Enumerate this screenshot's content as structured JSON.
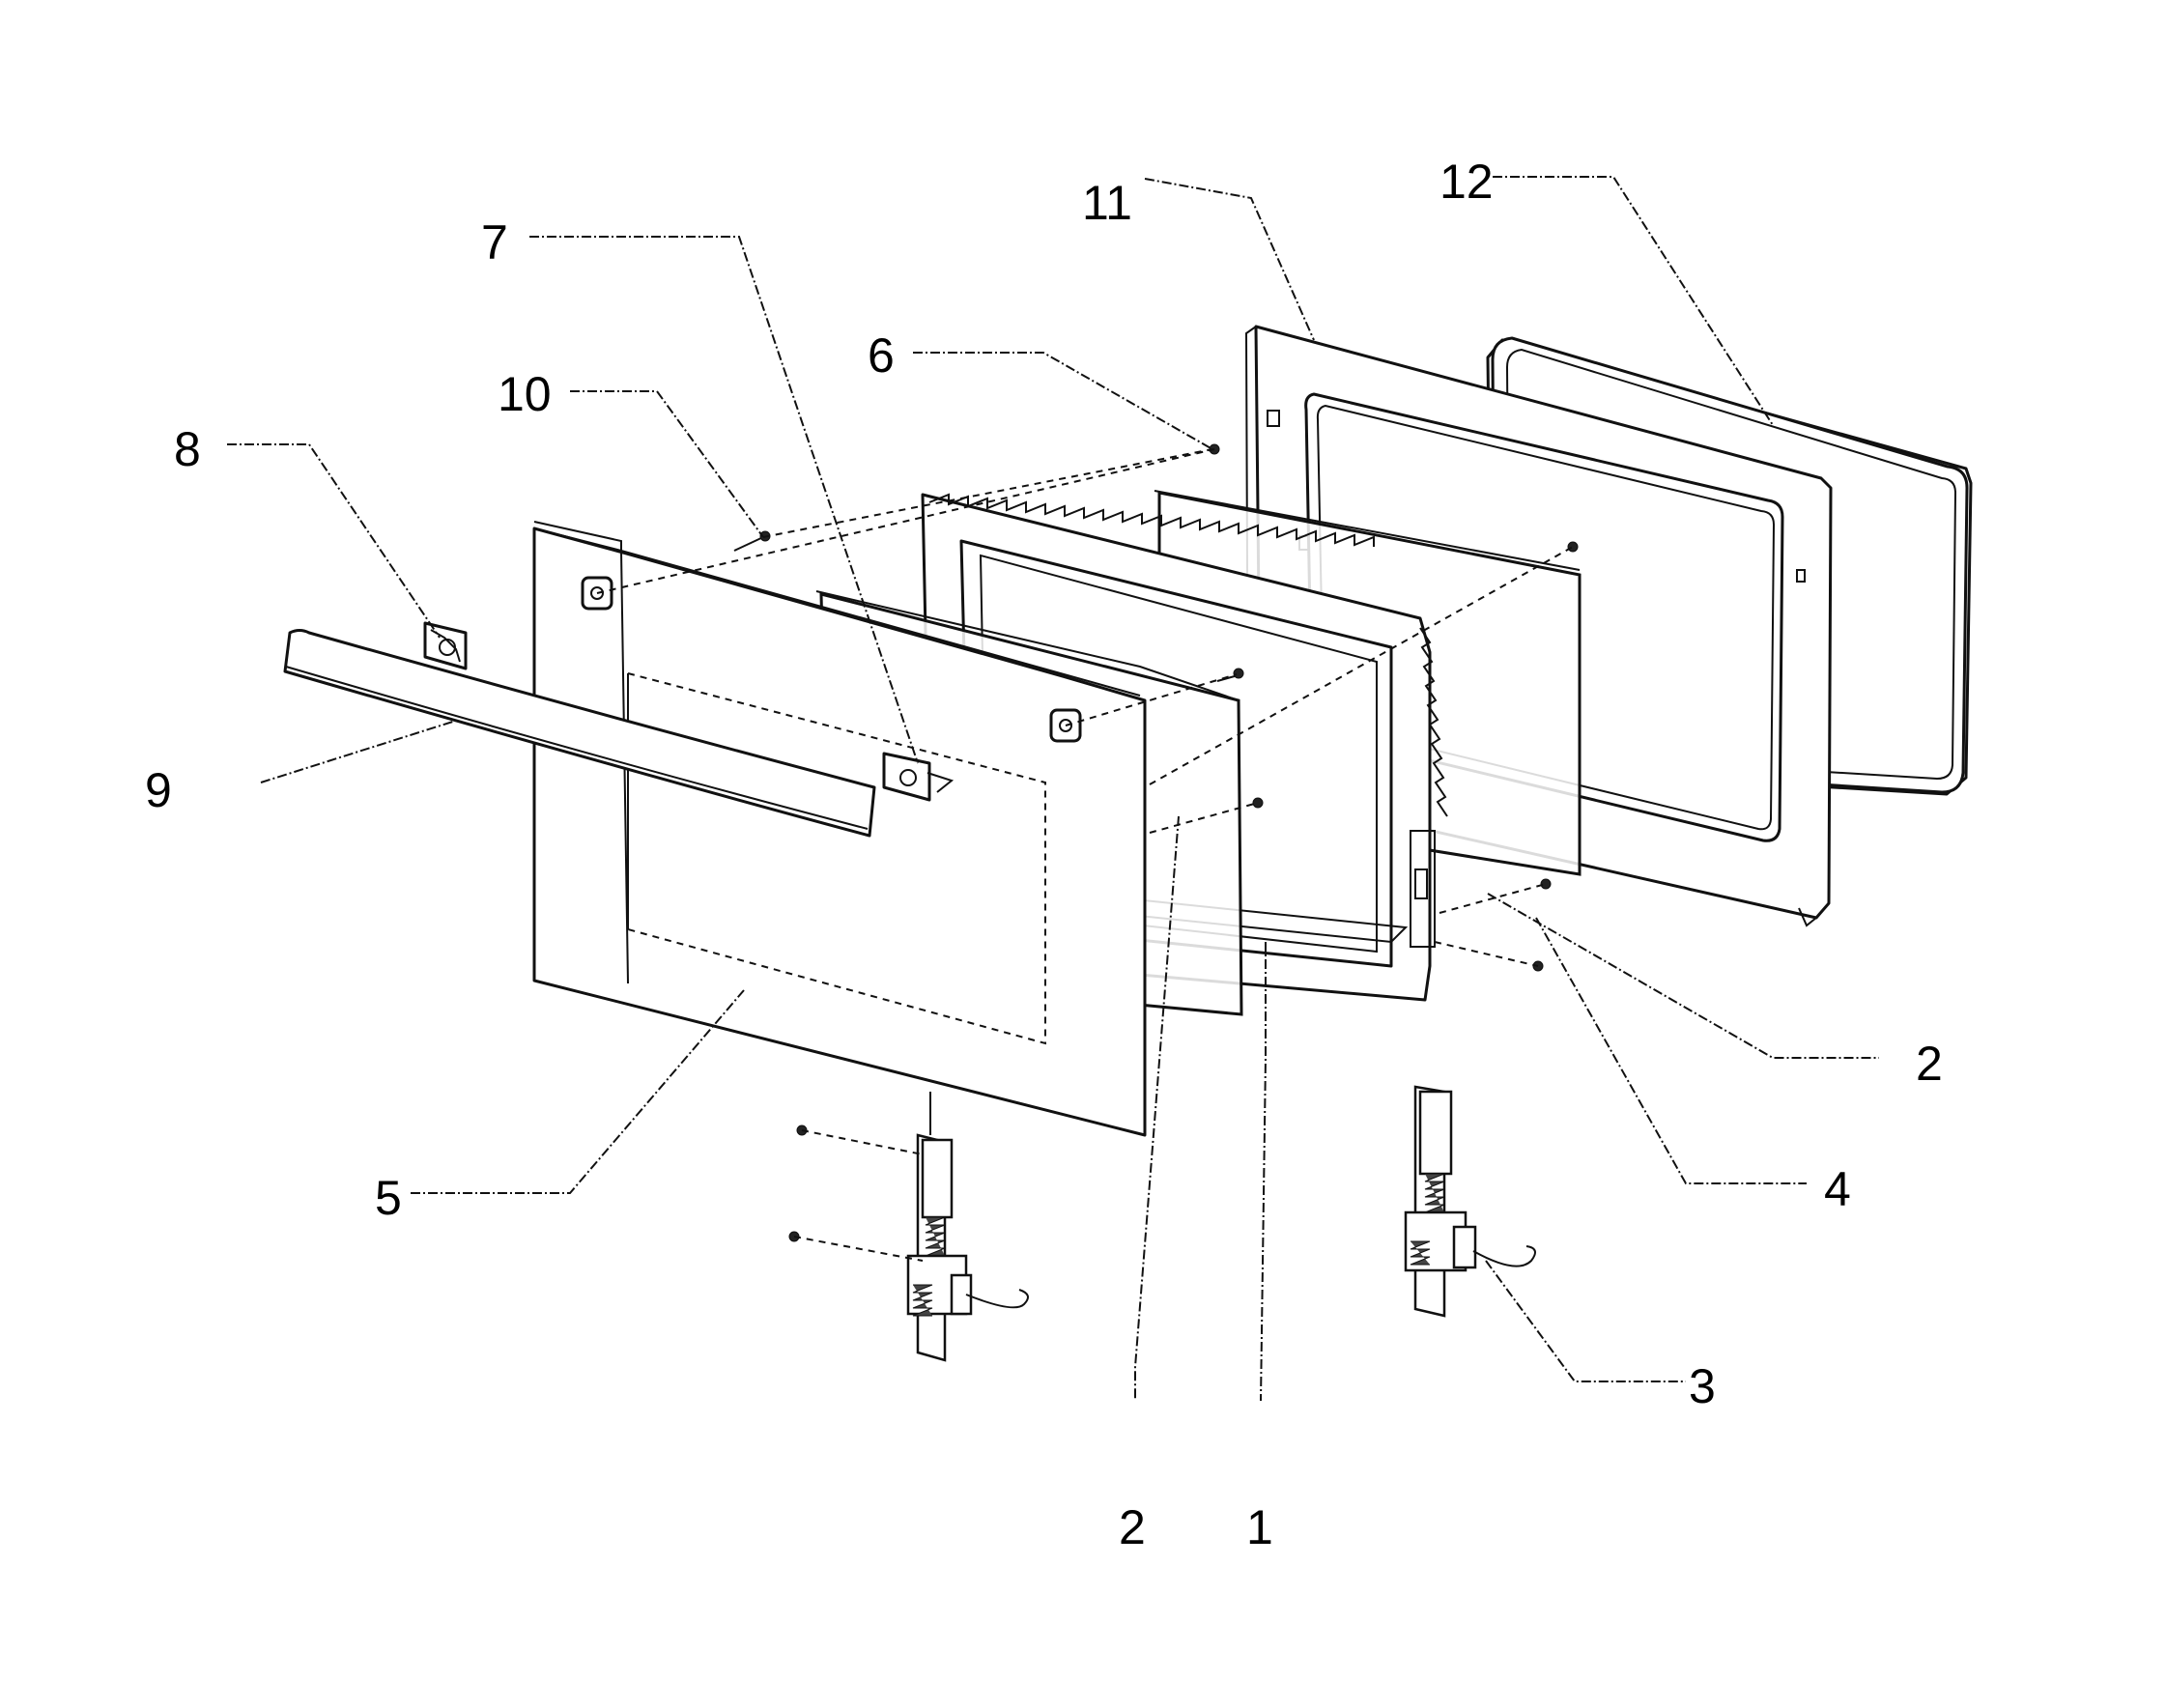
{
  "diagram": {
    "callouts": [
      {
        "id": "c1",
        "text": "1"
      },
      {
        "id": "c2a",
        "text": "2"
      },
      {
        "id": "c2b",
        "text": "2"
      },
      {
        "id": "c3",
        "text": "3"
      },
      {
        "id": "c4",
        "text": "4"
      },
      {
        "id": "c5",
        "text": "5"
      },
      {
        "id": "c6",
        "text": "6"
      },
      {
        "id": "c7",
        "text": "7"
      },
      {
        "id": "c8",
        "text": "8"
      },
      {
        "id": "c9",
        "text": "9"
      },
      {
        "id": "c10",
        "text": "10"
      },
      {
        "id": "c11",
        "text": "11"
      },
      {
        "id": "c12",
        "text": "12"
      }
    ]
  }
}
